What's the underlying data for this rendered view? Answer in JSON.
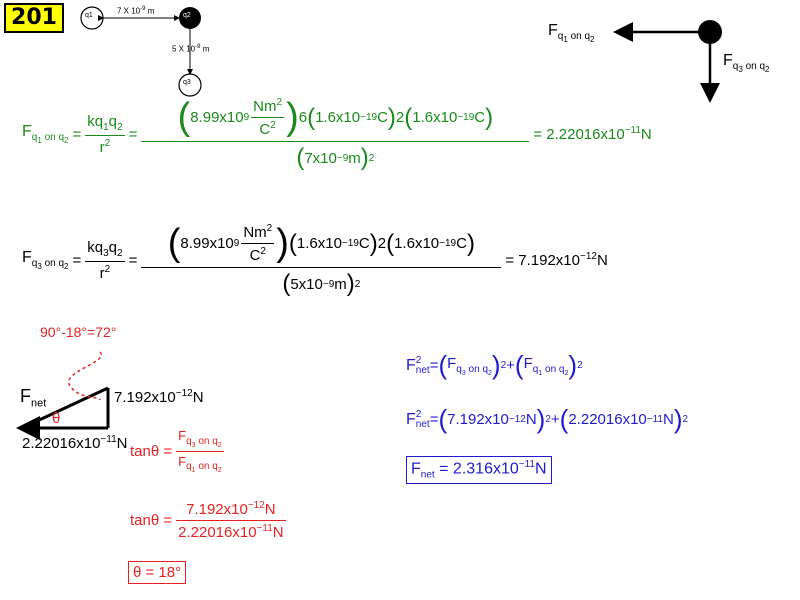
{
  "badge": "201",
  "charges": {
    "q1": "q1",
    "q2": "q2",
    "q3": "q3",
    "d12": "7 X 10",
    "d12_exp": "-9",
    "d12_unit": " m",
    "d23": "5 X 10",
    "d23_exp": "-9",
    "d23_unit": " m"
  },
  "force_diagram": {
    "f1_label": "F",
    "f1_sub": "q",
    "f1_sub2": "1",
    "f1_on": " on q",
    "f1_on2": "2",
    "f3_label": "F",
    "f3_sub": "q",
    "f3_sub2": "3",
    "f3_on": " on q",
    "f3_on2": "2"
  },
  "eq1": {
    "lhs_F": "F",
    "lhs_sub": "q",
    "lhs_sub1": "1",
    "lhs_on": " on q",
    "lhs_on2": "2",
    "eq": "=",
    "kq_num": "kq",
    "kq_num_a": "1",
    "kq_num_b": "q",
    "kq_num_c": "2",
    "kq_den": "r",
    "kq_den_exp": "2",
    "k_val": "8.99x10",
    "k_exp": "9",
    "k_unit_num": "Nm",
    "k_unit_num_exp": "2",
    "k_unit_den": "C",
    "k_unit_den_exp": "2",
    "mult1": "6",
    "charge_a": "1.6x10",
    "charge_a_exp": "−19",
    "charge_a_unit": "C",
    "mult2": "2",
    "charge_b": "1.6x10",
    "charge_b_exp": "−19",
    "charge_b_unit": "C",
    "dist": "7x10",
    "dist_exp": "−9",
    "dist_unit": "m",
    "dist_pow": "2",
    "result": "= 2.22016x10",
    "result_exp": "−11",
    "result_unit": "N"
  },
  "eq2": {
    "lhs_F": "F",
    "lhs_sub": "q",
    "lhs_sub1": "3",
    "lhs_on": " on q",
    "lhs_on2": "2",
    "eq": "=",
    "kq_num": "kq",
    "kq_num_a": "3",
    "kq_num_b": "q",
    "kq_num_c": "2",
    "kq_den": "r",
    "kq_den_exp": "2",
    "k_val": "8.99x10",
    "k_exp": "9",
    "k_unit_num": "Nm",
    "k_unit_num_exp": "2",
    "k_unit_den": "C",
    "k_unit_den_exp": "2",
    "charge_a": "1.6x10",
    "charge_a_exp": "−19",
    "charge_a_unit": "C",
    "mult2": "2",
    "charge_b": "1.6x10",
    "charge_b_exp": "−19",
    "charge_b_unit": "C",
    "dist": "5x10",
    "dist_exp": "−9",
    "dist_unit": "m",
    "dist_pow": "2",
    "result": "= 7.192x10",
    "result_exp": "−12",
    "result_unit": "N"
  },
  "triangle": {
    "angle_note": "90°-18°=72°",
    "fnet": "F",
    "fnet_sub": "net",
    "theta": "θ",
    "vertical": "7.192x10",
    "vertical_exp": "−12",
    "vertical_unit": "N",
    "horizontal": "2.22016x10",
    "horizontal_exp": "−11",
    "horizontal_unit": "N"
  },
  "tan1": {
    "lhs": "tanθ =",
    "num_F": "F",
    "num_sub": "q",
    "num_sub1": "3",
    "num_on": " on q",
    "num_on2": "2",
    "den_F": "F",
    "den_sub": "q",
    "den_sub1": "1",
    "den_on": " on q",
    "den_on2": "2"
  },
  "tan2": {
    "lhs": "tanθ =",
    "num": "7.192x10",
    "num_exp": "−12",
    "num_unit": "N",
    "den": "2.22016x10",
    "den_exp": "−11",
    "den_unit": "N"
  },
  "theta_result": "θ = 18°",
  "net1": {
    "F": "F",
    "sup": "2",
    "sub": "net",
    "eq": " = ",
    "t1_F": "F",
    "t1_sub": "q",
    "t1_sub1": "3",
    "t1_on": " on q",
    "t1_on2": "2",
    "plus": " + ",
    "t2_F": "F",
    "t2_sub": "q",
    "t2_sub1": "1",
    "t2_on": " on q",
    "t2_on2": "2",
    "pow": "2"
  },
  "net2": {
    "F": "F",
    "sup": "2",
    "sub": "net",
    "eq": " = ",
    "a": "7.192x10",
    "a_exp": "−12",
    "a_unit": "N",
    "plus": " + ",
    "b": "2.22016x10",
    "b_exp": "−11",
    "b_unit": "N",
    "pow": "2"
  },
  "net3": {
    "F": "F",
    "sub": "net",
    "eq": " = 2.316x10",
    "exp": "−11",
    "unit": "N"
  }
}
